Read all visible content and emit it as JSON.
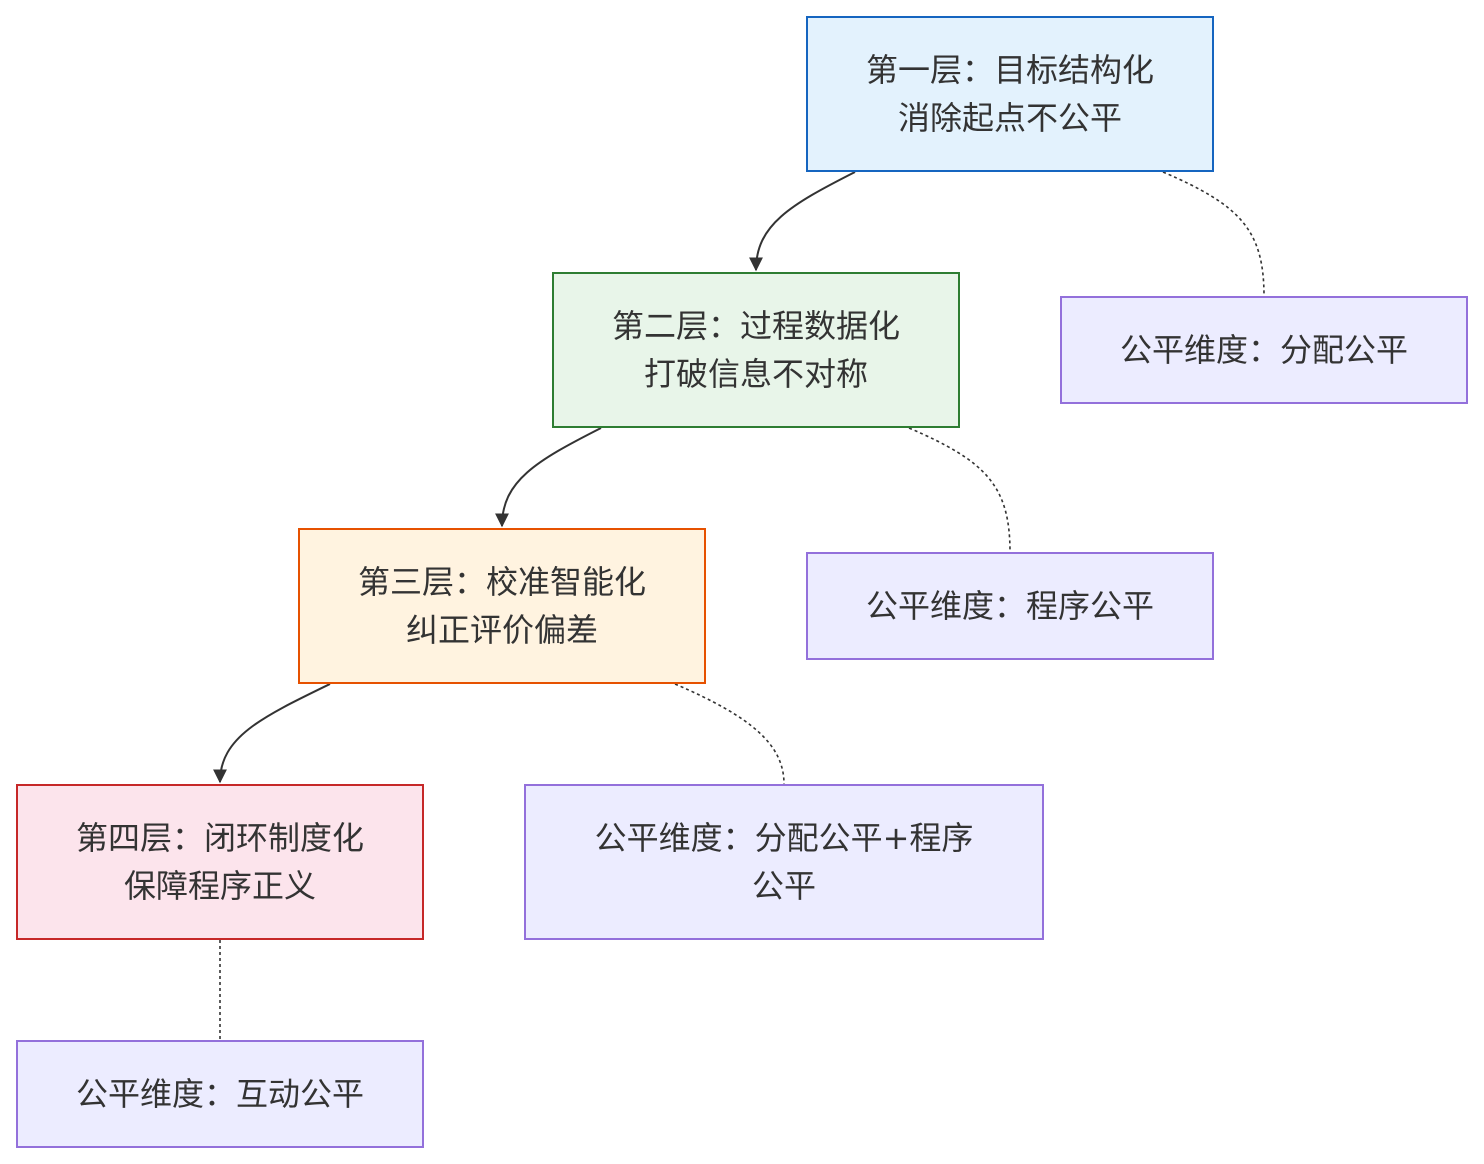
{
  "colors": {
    "layer1": {
      "fill": "#e3f2fd",
      "stroke": "#1565c0"
    },
    "layer2": {
      "fill": "#e8f5e9",
      "stroke": "#2e7d32"
    },
    "layer3": {
      "fill": "#fff3e0",
      "stroke": "#e65100"
    },
    "layer4": {
      "fill": "#fce4ec",
      "stroke": "#c62828"
    },
    "dimension": {
      "fill": "#ececff",
      "stroke": "#9370db"
    },
    "edge": "#333333"
  },
  "layers": [
    {
      "id": "layer1",
      "lines": [
        "第一层：目标结构化",
        "消除起点不公平"
      ]
    },
    {
      "id": "layer2",
      "lines": [
        "第二层：过程数据化",
        "打破信息不对称"
      ]
    },
    {
      "id": "layer3",
      "lines": [
        "第三层：校准智能化",
        "纠正评价偏差"
      ]
    },
    {
      "id": "layer4",
      "lines": [
        "第四层：闭环制度化",
        "保障程序正义"
      ]
    }
  ],
  "dimensions": [
    {
      "id": "dim1",
      "lines": [
        "公平维度：分配公平"
      ]
    },
    {
      "id": "dim2",
      "lines": [
        "公平维度：程序公平"
      ]
    },
    {
      "id": "dim3",
      "lines": [
        "公平维度：分配公平+程序",
        "公平"
      ]
    },
    {
      "id": "dim4",
      "lines": [
        "公平维度：互动公平"
      ]
    }
  ],
  "edges": [
    {
      "from": "layer1",
      "to": "layer2",
      "style": "solid-arrow"
    },
    {
      "from": "layer2",
      "to": "layer3",
      "style": "solid-arrow"
    },
    {
      "from": "layer3",
      "to": "layer4",
      "style": "solid-arrow"
    },
    {
      "from": "layer1",
      "to": "dim1",
      "style": "dotted"
    },
    {
      "from": "layer2",
      "to": "dim2",
      "style": "dotted"
    },
    {
      "from": "layer3",
      "to": "dim3",
      "style": "dotted"
    },
    {
      "from": "layer4",
      "to": "dim4",
      "style": "dotted"
    }
  ]
}
